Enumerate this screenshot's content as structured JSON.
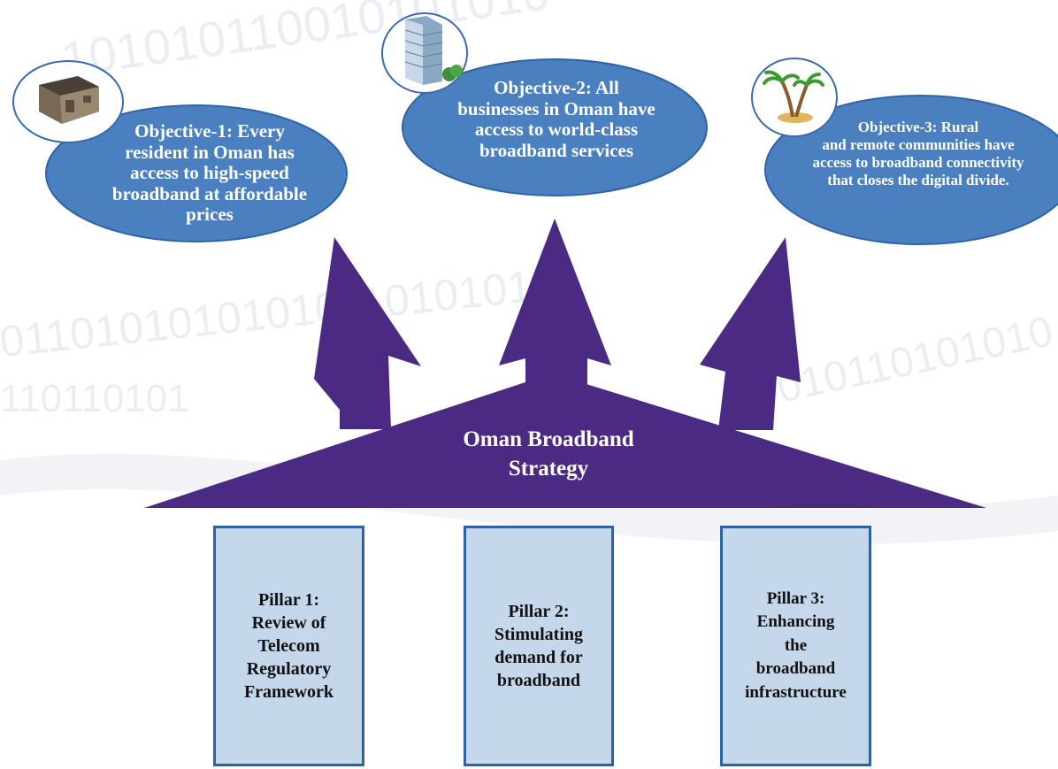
{
  "colors": {
    "ellipse_fill": "#4a80c0",
    "ellipse_border": "#2f63a8",
    "arrow_fill": "#4b2a83",
    "pillar_fill": "#c5d7ea",
    "pillar_border": "#2d63a5",
    "watermark": "#e9ecf2"
  },
  "watermark": {
    "rows": [
      "101010110010101010",
      "0110101010101011010101",
      "010110101010",
      "110110101"
    ]
  },
  "objectives": [
    {
      "icon": "house-icon",
      "lines": [
        "Objective-1: Every",
        "resident in Oman has",
        "access to high-speed",
        "broadband at affordable",
        "prices"
      ]
    },
    {
      "icon": "office-building-icon",
      "lines": [
        "Objective-2: All",
        "businesses in Oman have",
        "access to world-class",
        "broadband services"
      ]
    },
    {
      "icon": "palm-island-icon",
      "lines": [
        "Objective-3: Rural",
        "and remote communities have",
        "access to broadband connectivity",
        "that closes the digital divide."
      ]
    }
  ],
  "strategy": {
    "lines": [
      "Oman Broadband",
      "Strategy"
    ]
  },
  "pillars": [
    {
      "lines": [
        "Pillar 1:",
        "Review of",
        "Telecom",
        "Regulatory",
        "Framework"
      ]
    },
    {
      "lines": [
        "Pillar 2:",
        "Stimulating",
        "demand for",
        "broadband"
      ]
    },
    {
      "lines": [
        "Pillar 3:",
        "Enhancing",
        "the",
        "broadband",
        "infrastructure"
      ]
    }
  ]
}
